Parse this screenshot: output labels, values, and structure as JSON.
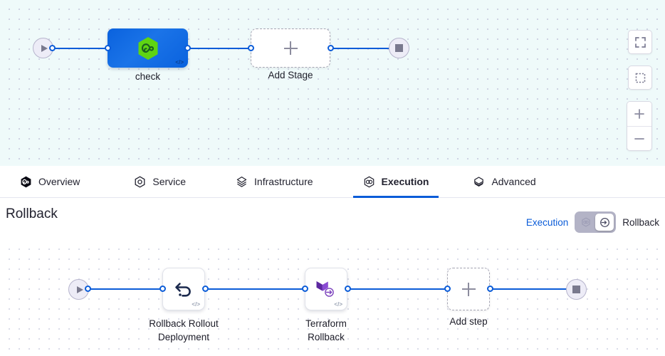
{
  "top_canvas": {
    "start_node": {
      "icon": "play-icon",
      "name": "pipeline-start"
    },
    "stage": {
      "label": "check",
      "icon": "harness-green-hexagon-icon",
      "code_badge": "</>"
    },
    "add_stage": {
      "label": "Add Stage",
      "icon": "plus-icon"
    },
    "end_node": {
      "icon": "stop-icon",
      "name": "pipeline-end"
    },
    "controls": {
      "fullscreen_label": "fullscreen-icon",
      "select_label": "selection-box-icon",
      "zoom_in_label": "+",
      "zoom_out_label": "–"
    }
  },
  "tabs": [
    {
      "id": "overview",
      "label": "Overview",
      "icon": "harness-logo-icon",
      "active": false
    },
    {
      "id": "service",
      "label": "Service",
      "icon": "service-hex-icon",
      "active": false
    },
    {
      "id": "infrastructure",
      "label": "Infrastructure",
      "icon": "infrastructure-icon",
      "active": false
    },
    {
      "id": "execution",
      "label": "Execution",
      "icon": "execution-icon",
      "active": true
    },
    {
      "id": "advanced",
      "label": "Advanced",
      "icon": "advanced-icon",
      "active": false
    }
  ],
  "rollback_header": {
    "title": "Rollback",
    "toggle_left_label": "Execution",
    "toggle_right_label": "Rollback",
    "left_icon": "execution-icon",
    "right_icon": "rollback-arrow-icon",
    "active_side": "right"
  },
  "bottom_canvas": {
    "start_node": {
      "icon": "play-icon",
      "name": "rollback-start"
    },
    "steps": [
      {
        "id": "rollback-rollout-deployment",
        "label": "Rollback Rollout\nDeployment",
        "label_line1": "Rollback Rollout",
        "label_line2": "Deployment",
        "icon": "undo-arrow-icon",
        "code_badge": "</>"
      },
      {
        "id": "terraform-rollback",
        "label": "Terraform\nRollback",
        "label_line1": "Terraform",
        "label_line2": "Rollback",
        "icon": "terraform-rollback-icon",
        "code_badge": "</>"
      }
    ],
    "add_step": {
      "label": "Add step",
      "icon": "plus-icon"
    },
    "end_node": {
      "icon": "stop-icon",
      "name": "rollback-end"
    }
  },
  "colors": {
    "accent_blue": "#0b5cd8",
    "stage_blue": "#0a62de",
    "harness_green": "#5fd412",
    "terraform_purple": "#7b42bc",
    "canvas_top_bg": "#effafa",
    "terminal_fill": "#edecf7",
    "terminal_icon": "#79798e"
  }
}
